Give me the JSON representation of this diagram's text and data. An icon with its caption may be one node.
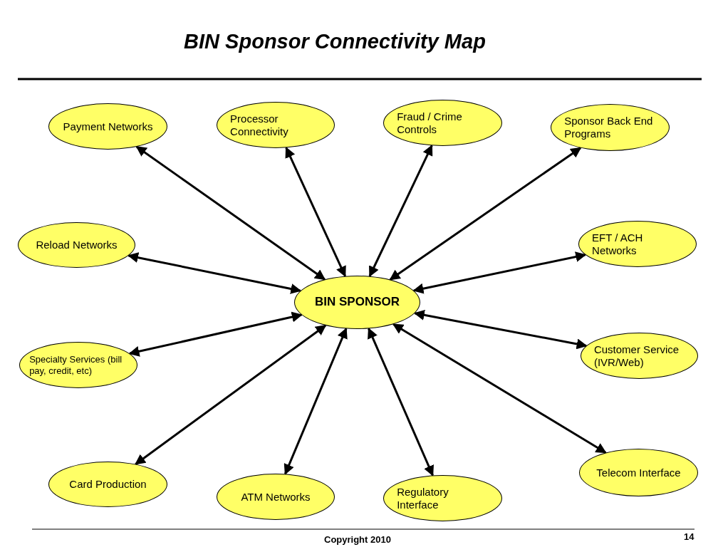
{
  "diagram": {
    "title": "BIN Sponsor Connectivity Map",
    "nodes": [
      {
        "text": [
          "Payment Networks"
        ]
      },
      {
        "text": [
          "Processor Connectivity"
        ]
      },
      {
        "text": [
          "Fraud / Crime Controls"
        ]
      },
      {
        "text": [
          "Sponsor Back End Programs"
        ]
      },
      {
        "text": [
          "Reload Networks"
        ]
      },
      {
        "text": [
          "EFT / ACH Networks"
        ]
      },
      {
        "text": [
          "BIN SPONSOR"
        ]
      },
      {
        "text": [
          "Customer Service (IVR/Web)"
        ]
      },
      {
        "text": [
          "Specialty Services (bill pay, credit, etc)"
        ]
      },
      {
        "text": [
          "Card Production"
        ]
      },
      {
        "text": [
          "Telecom Interface"
        ]
      },
      {
        "text": [
          "ATM Networks"
        ]
      },
      {
        "text": [
          "Regulatory Interface"
        ]
      }
    ],
    "edges": [
      {
        "from": 6,
        "to": 0,
        "arrow": "both"
      },
      {
        "from": 6,
        "to": 1,
        "arrow": "both"
      },
      {
        "from": 6,
        "to": 2,
        "arrow": "both"
      },
      {
        "from": 6,
        "to": 3,
        "arrow": "both"
      },
      {
        "from": 6,
        "to": 4,
        "arrow": "both"
      },
      {
        "from": 6,
        "to": 5,
        "arrow": "both"
      },
      {
        "from": 6,
        "to": 7,
        "arrow": "both"
      },
      {
        "from": 6,
        "to": 8,
        "arrow": "both"
      },
      {
        "from": 6,
        "to": 9,
        "arrow": "both"
      },
      {
        "from": 6,
        "to": 10,
        "arrow": "both"
      },
      {
        "from": 6,
        "to": 11,
        "arrow": "both"
      },
      {
        "from": 6,
        "to": 12,
        "arrow": "both"
      }
    ],
    "labels": [
      "Copyright 2010",
      "14"
    ]
  }
}
